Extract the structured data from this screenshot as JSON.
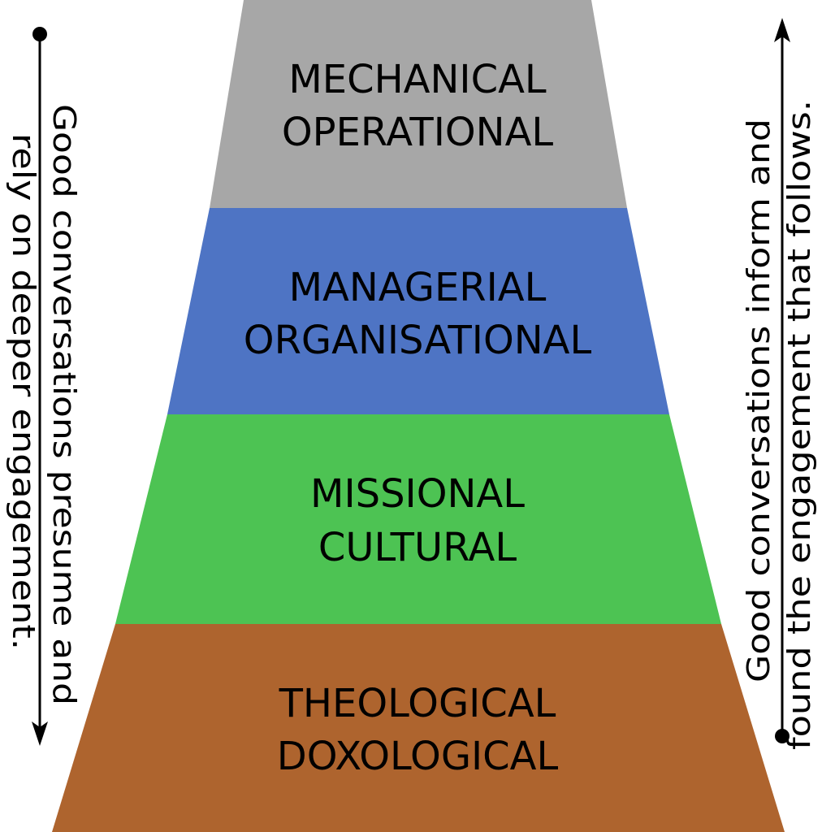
{
  "layers": [
    {
      "line1": "MECHANICAL",
      "line2": "OPERATIONAL",
      "color": "#a7a7a7"
    },
    {
      "line1": "MANAGERIAL",
      "line2": "ORGANISATIONAL",
      "color": "#4e74c4"
    },
    {
      "line1": "MISSIONAL",
      "line2": "CULTURAL",
      "color": "#4dc353"
    },
    {
      "line1": "THEOLOGICAL",
      "line2": "DOXOLOGICAL",
      "color": "#ae642e"
    }
  ],
  "left_note": {
    "line1": "Good conversations presume and",
    "line2": "rely on deeper engagement."
  },
  "right_note": {
    "line1": "Good conversations inform and",
    "line2": "found the engagement that follows."
  }
}
